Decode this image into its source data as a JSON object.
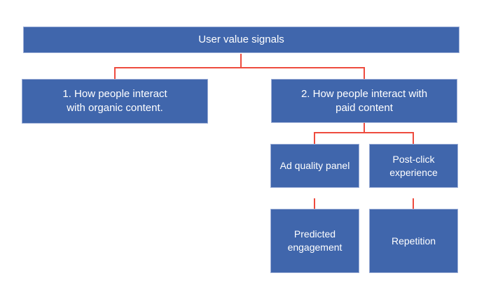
{
  "diagram": {
    "type": "org-chart",
    "colors": {
      "node_fill": "#4066ac",
      "node_border": "#9badd6",
      "connector": "#ee4b3e",
      "text": "#ffffff",
      "background": "#ffffff"
    },
    "nodes": {
      "root": {
        "label": "User value signals"
      },
      "organic": {
        "label": "1. How people interact\nwith organic content."
      },
      "paid": {
        "label": "2. How people interact with\npaid content"
      },
      "ad_quality_panel": {
        "label": "Ad quality panel"
      },
      "post_click_experience": {
        "label": "Post-click\nexperience"
      },
      "predicted_engagement": {
        "label": "Predicted\nengagement"
      },
      "repetition": {
        "label": "Repetition"
      }
    },
    "edges": [
      {
        "from": "root",
        "to": "organic"
      },
      {
        "from": "root",
        "to": "paid"
      },
      {
        "from": "paid",
        "to": "ad_quality_panel"
      },
      {
        "from": "paid",
        "to": "post_click_experience"
      },
      {
        "from": "ad_quality_panel",
        "to": "predicted_engagement"
      },
      {
        "from": "post_click_experience",
        "to": "repetition"
      }
    ]
  }
}
